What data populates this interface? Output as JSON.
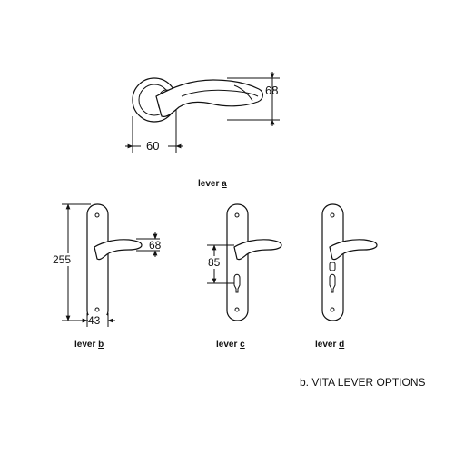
{
  "dimensions": {
    "rose_height": "68",
    "rose_width": "60",
    "b_height": "255",
    "b_lever_drop": "68",
    "b_plate_width": "43",
    "c_centres": "85"
  },
  "captions": {
    "a": {
      "prefix": "lever ",
      "letter": "a"
    },
    "b": {
      "prefix": "lever ",
      "letter": "b"
    },
    "c": {
      "prefix": "lever ",
      "letter": "c"
    },
    "d": {
      "prefix": "lever ",
      "letter": "d"
    }
  },
  "figure_caption": "b. VITA LEVER OPTIONS"
}
